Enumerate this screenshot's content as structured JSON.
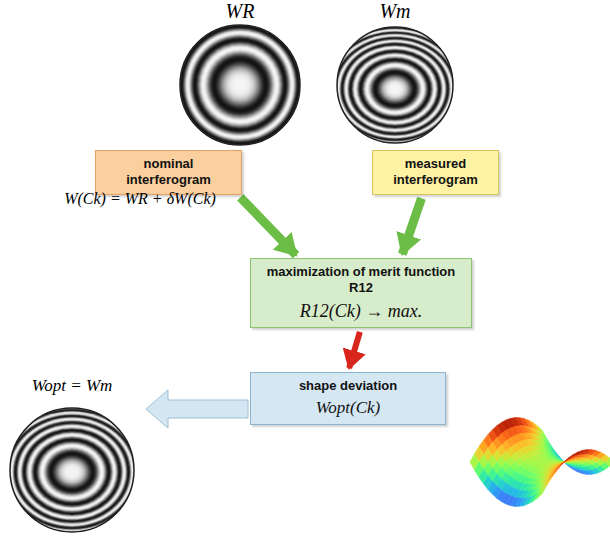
{
  "diagram": {
    "nodes": [
      {
        "text": [
          "nominal interferogram"
        ]
      },
      {
        "text": [
          "measured interferogram"
        ]
      },
      {
        "text": [
          "maximization of merit function R12",
          "R12(Ck) → max."
        ]
      },
      {
        "text": [
          "shape deviation",
          "Wopt(Ck)"
        ]
      }
    ],
    "edges": [
      {
        "from": 0,
        "to": 2,
        "arrow": "to"
      },
      {
        "from": 1,
        "to": 2,
        "arrow": "to"
      },
      {
        "from": 2,
        "to": 3,
        "arrow": "to"
      }
    ],
    "labels": [
      "WR",
      "Wm",
      "W(Ck) = WR + δW(Ck)",
      "Wopt = Wm"
    ]
  }
}
